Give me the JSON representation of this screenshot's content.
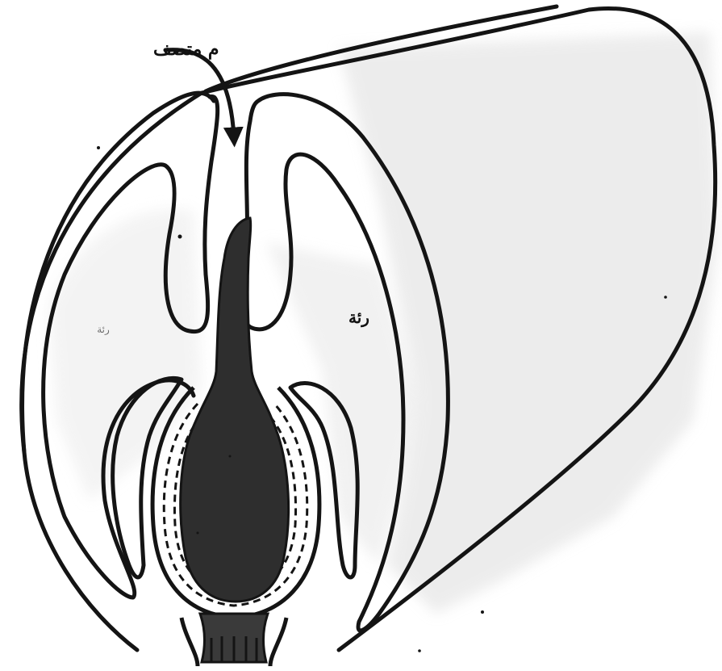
{
  "labels": {
    "arrow_label": "م متصف",
    "right_chamber_label": "رئة",
    "left_chamber_label": "رئة"
  },
  "colors": {
    "ink": "#141414",
    "background": "#ffffff",
    "wash": "#dcdcdc"
  }
}
